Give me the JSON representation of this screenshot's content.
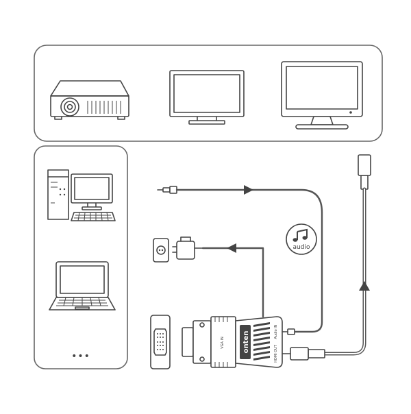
{
  "adapter": {
    "brand": "onten",
    "vga_port_label": "VGA IN",
    "audio_port_label": "Audio IN",
    "hdmi_port_label": "HDMI OUT"
  },
  "audio_badge": {
    "label": "audio",
    "icon": "music-note-icon"
  },
  "sources_panel": {
    "more_indicator": "•••"
  },
  "colors": {
    "line": "#555555",
    "stroke": "#444444",
    "arrow": "#444444",
    "panel_border": "#666666"
  }
}
